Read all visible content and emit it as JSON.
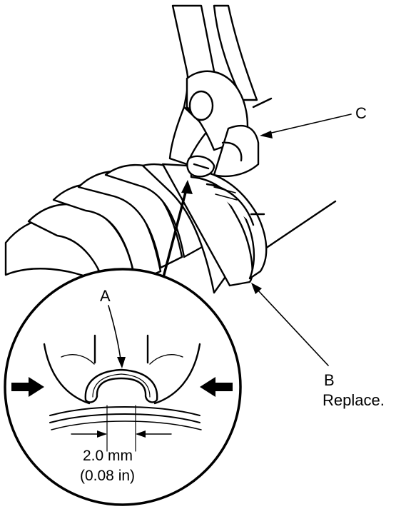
{
  "labels": {
    "a": "A",
    "b": "B",
    "b_note": "Replace.",
    "c": "C",
    "dim_mm": "2.0 mm",
    "dim_in": "(0.08 in)"
  },
  "colors": {
    "ink": "#000000",
    "paper": "#ffffff"
  }
}
